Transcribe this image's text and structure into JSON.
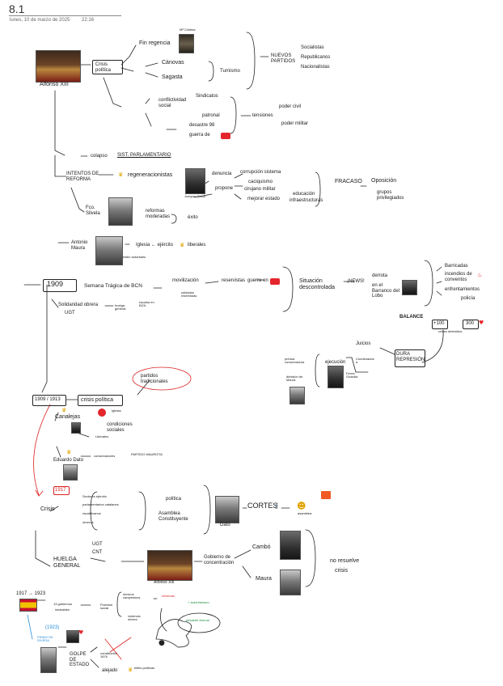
{
  "header": {
    "title": "8.1",
    "date": "lunes, 10 de marzo de 2025",
    "time": "22:16"
  },
  "notes": {
    "alfonso_xiii": "Alfonso XIII",
    "maria_cristina": "Mª Cristina",
    "crisis_politica": "Crisis política",
    "fin_regencia": "Fin regencia",
    "canovas": "Cánovas",
    "sagasta": "Sagasta",
    "turnismo": "Turnismo",
    "nuevos_partidos": "NUEVOS PARTIDOS",
    "socialistas": "Socialistas",
    "republicanos": "Republicanos",
    "nacionalistas": "Nacionalistas",
    "conflictividad_social": "conflictividad social",
    "sindicatos": "Sindicatos",
    "patronal": "patronal",
    "tensiones": "tensiones",
    "poder_civil": "poder civil",
    "poder_militar": "poder militar",
    "desastre_98": "desastre 98",
    "guerra_de": "guerra de",
    "colapso": "colapso",
    "sist_parlamentario": "SIST. PARLAMENTARIO",
    "intentos_reforma": "INTENTOS DE REFORMA",
    "regeneracionistas": "regeneracionistas",
    "joaquin_costa": "Joaquín Costa",
    "denuncia": "denuncia",
    "corrupcion_sistema": "corrupción sistema",
    "propone": "propone",
    "caciquismo": "caciquismo",
    "cirujano_militar": "cirujano militar",
    "mejorar_estado": "mejorar estado",
    "educacion": "educación",
    "infraestructuras": "infraestructuras",
    "fracaso": "FRACASO",
    "oposicion": "Oposición",
    "grupos_privilegiados": "grupos privilegiados",
    "fco_silvela": "Fco. Silvela",
    "reformas_moderadas": "reformas moderadas",
    "exito": "éxito",
    "antonio_maura": "Antonio Maura",
    "iglesia_ejercito": "Iglesia ← ejército",
    "liberales": "liberales",
    "estilo_autoritario": "estilo autoritario",
    "year_1909": "1909",
    "semana_tragica": "Semana Trágica de BCN",
    "movilizacion": "movilización",
    "reservistas": "reservistas",
    "guerra_en": "guerra en",
    "soldados_reservistas": "soldados reservistas",
    "situacion_descontrol": "Situación descontrolada",
    "news": "¡NEWS!",
    "derrota": "derrota",
    "barranco_del_lobo": "en el Barranco del Lobo",
    "barricadas": "Barricadas",
    "incendios_conventos": "incendios de conventos",
    "enfrentamientos": "enfrentamientos",
    "policia": "policía",
    "balance": "BALANCE",
    "bal_100": "+100",
    "bal_300": "300",
    "civiles_detenidos": "civiles detenidos",
    "juicios": "Juicios",
    "dura_represion": "DURA REPRESIÓN",
    "prensa_conservadora": "prensa conservadora",
    "ejecucion": "ejecución",
    "ferrer_guardia": "Ferrer Guardia",
    "condenados_a": "Condenados a",
    "dimision_maura": "dimisión de Maura",
    "solidaridad_obrera": "Solidaridad obrera",
    "ugt": "UGT",
    "huelga_general": "huelga general",
    "repulsa_bcn": "repulsa en BCN",
    "years_1909_1913": "1909 / 1913",
    "crisis_politica2": "crisis política",
    "partidos_tradicionales": "partidos tradicionales",
    "canalejas": "Canalejas",
    "iglesia": "Iglesia",
    "condiciones_sociales": "condiciones sociales",
    "liberales_x": "Liberales",
    "eduardo_dato": "Eduardo Dato",
    "conservadores": "conservadores",
    "partido_maurista": "PARTIDO MAURISTA",
    "year_1917": "1917",
    "crisis": "Crisis",
    "sectores_ejercito": "Sectores ejército",
    "parlamentarios": "parlamentarios catalanes",
    "republicanos2": "republicanos",
    "obreros": "obreros",
    "politica": "política",
    "asamblea": "Asamblea Constituyente",
    "dato": "Dato",
    "cortes": "CORTES",
    "asamblea_small": "asamblea",
    "ugt2": "UGT",
    "cnt": "CNT",
    "huelga_general2": "HUELGA GENERAL",
    "alfonso_xiii2": "Alfonso XIII",
    "gobierno_concentracion": "Gobierno de concentración",
    "cambo": "Cambó",
    "maura2": "Maura",
    "no_resuelve": "no resuelve",
    "crisis2": "crisis",
    "range_1917_1923": "1917 → 1923",
    "gobiernos": "13 gobiernos",
    "inestables": "inestables",
    "protesta_social": "Protesta social",
    "obreros_campesinos": "obreros campesinos",
    "reformas": "reformas",
    "autoritarismo": "+ autoritarismo",
    "violencia_obrera": "violencia obrera",
    "desastre_annual": "desastre Annual",
    "year_1923": "(1923)",
    "primo_rivera": "PRIMO DE RIVERA",
    "golpe_estado": "GOLPE DE ESTADO",
    "constitucion_1876": "constitución 1876",
    "alejado": "alejado",
    "elites_politicas": "elites políticas"
  },
  "colors": {
    "ink": "#1a1a1a",
    "red": "#e4262c",
    "blue": "#2a8ed8",
    "green": "#1c8c3c",
    "yellow": "#e0a400"
  }
}
